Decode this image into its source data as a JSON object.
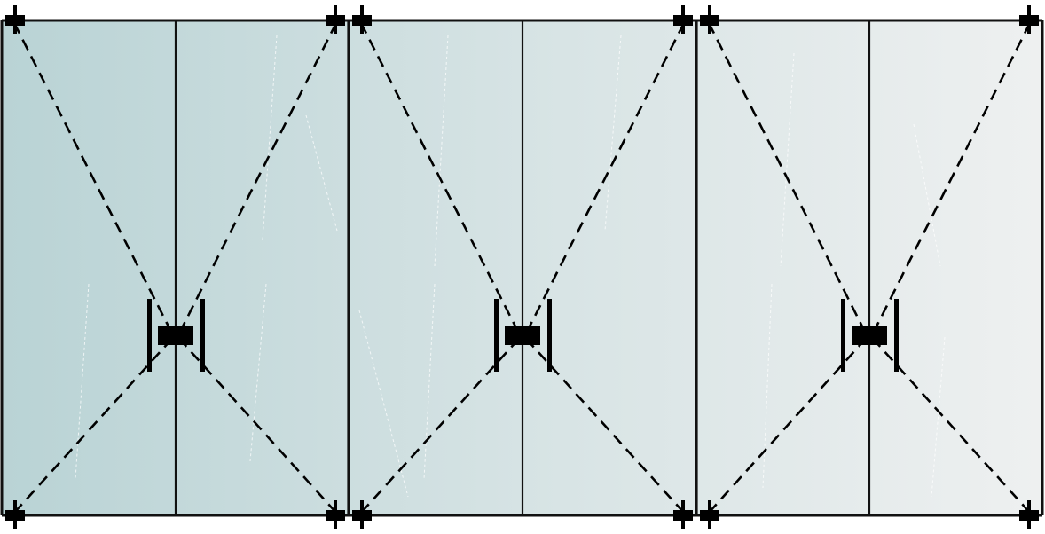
{
  "diagram": {
    "type": "folding-glass-door-elevation",
    "sections": 3,
    "panels_per_section": 2,
    "opening_indication": "dashed-diagonal-lines",
    "hardware": [
      "top-pivot",
      "bottom-pivot",
      "center-lock",
      "pull-handle"
    ]
  },
  "colors": {
    "glass_start": "#b9d3d5",
    "glass_mid": "#d6e3e4",
    "glass_end": "#eef0f0",
    "frame": "#111111",
    "hardware": "#000000",
    "highlight": "#ffffff",
    "background": "#ffffff"
  }
}
